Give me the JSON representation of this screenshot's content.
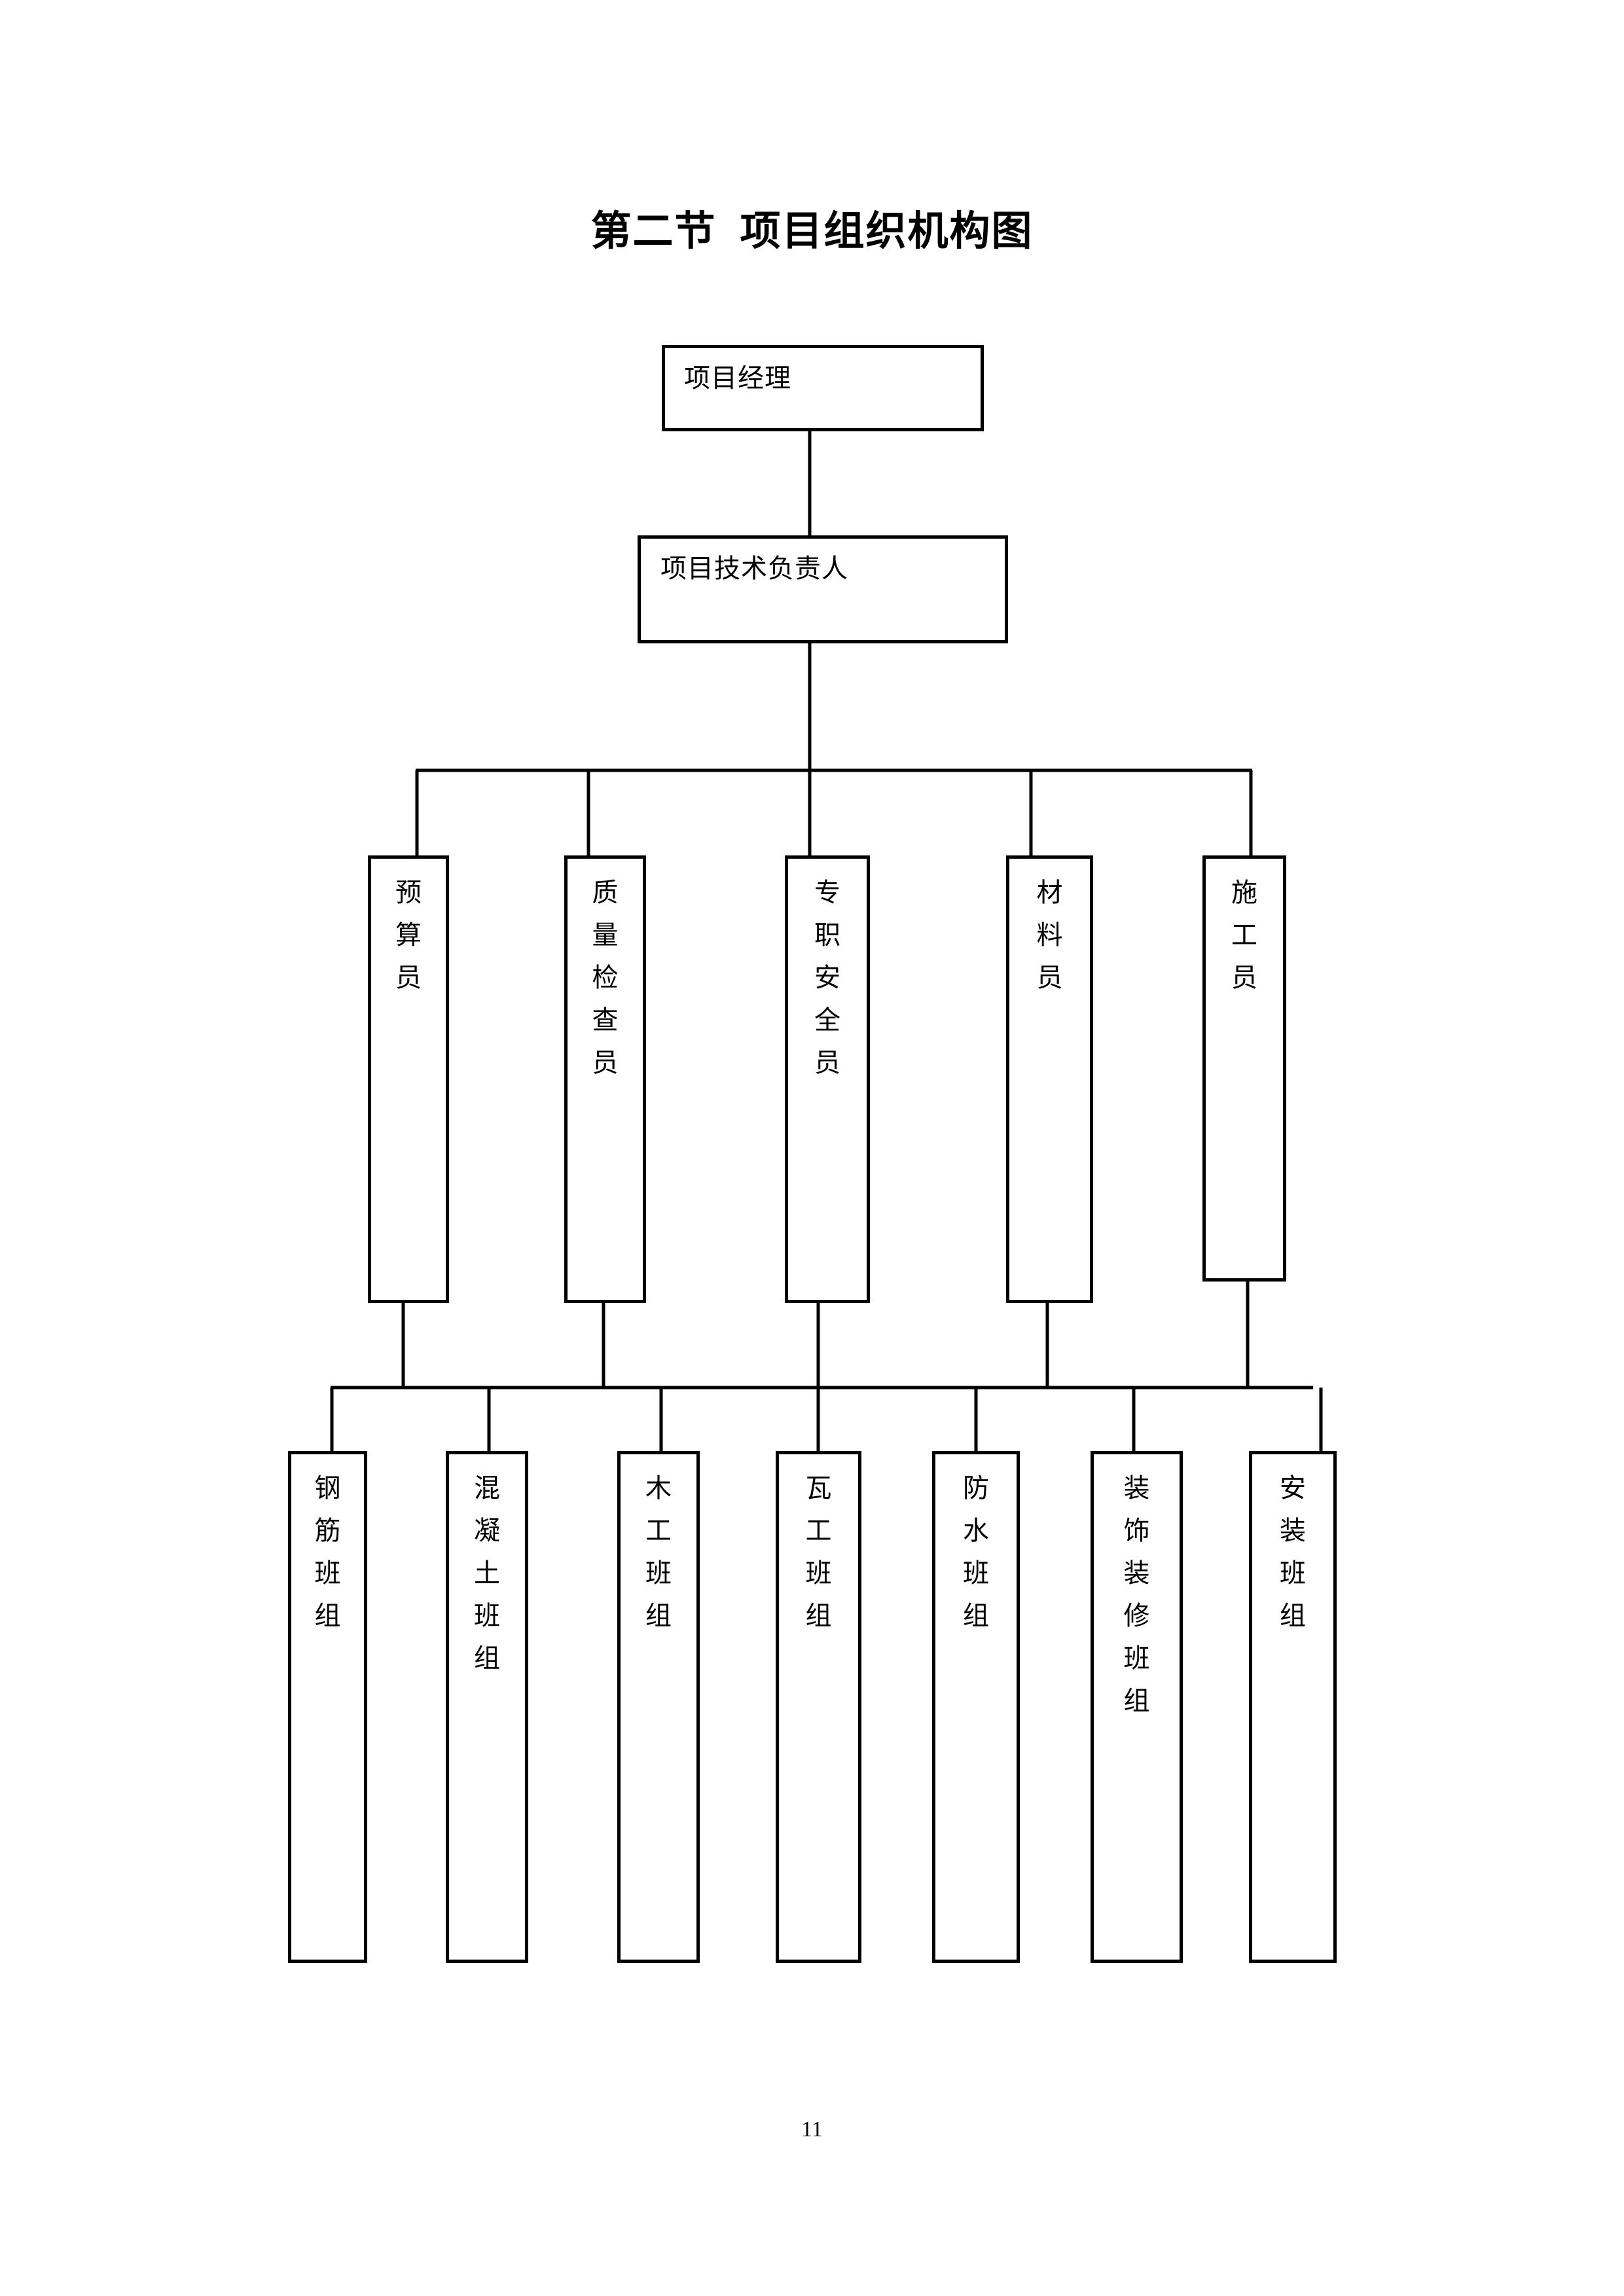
{
  "document": {
    "title_part1": "第二节",
    "title_part2": "项目组织机构图",
    "page_number": "11"
  },
  "org_chart": {
    "level1": {
      "label": "项目经理"
    },
    "level2": {
      "label": "项目技术负责人"
    },
    "level3": [
      {
        "label": "预算员",
        "chars": [
          "预",
          "算",
          "员"
        ]
      },
      {
        "label": "质量检查员",
        "chars": [
          "质",
          "量",
          "检",
          "查",
          "员"
        ]
      },
      {
        "label": "专职安全员",
        "chars": [
          "专",
          "职",
          "安",
          "全",
          "员"
        ]
      },
      {
        "label": "材料员",
        "chars": [
          "材",
          "料",
          "员"
        ]
      },
      {
        "label": "施工员",
        "chars": [
          "施",
          "工",
          "员"
        ]
      }
    ],
    "level4": [
      {
        "label": "钢筋班组",
        "chars": [
          "钢",
          "筋",
          "班",
          "组"
        ]
      },
      {
        "label": "混凝土班组",
        "chars": [
          "混",
          "凝",
          "土",
          "班",
          "组"
        ]
      },
      {
        "label": "木工班组",
        "chars": [
          "木",
          "工",
          "班",
          "组"
        ]
      },
      {
        "label": "瓦工班组",
        "chars": [
          "瓦",
          "工",
          "班",
          "组"
        ]
      },
      {
        "label": "防水班组",
        "chars": [
          "防",
          "水",
          "班",
          "组"
        ]
      },
      {
        "label": "装饰装修班组",
        "chars": [
          "装",
          "饰",
          "装",
          "修",
          "班",
          "组"
        ]
      },
      {
        "label": "安装班组",
        "chars": [
          "安",
          "装",
          "班",
          "组"
        ]
      }
    ]
  },
  "colors": {
    "line": "#000000",
    "background": "#ffffff"
  }
}
